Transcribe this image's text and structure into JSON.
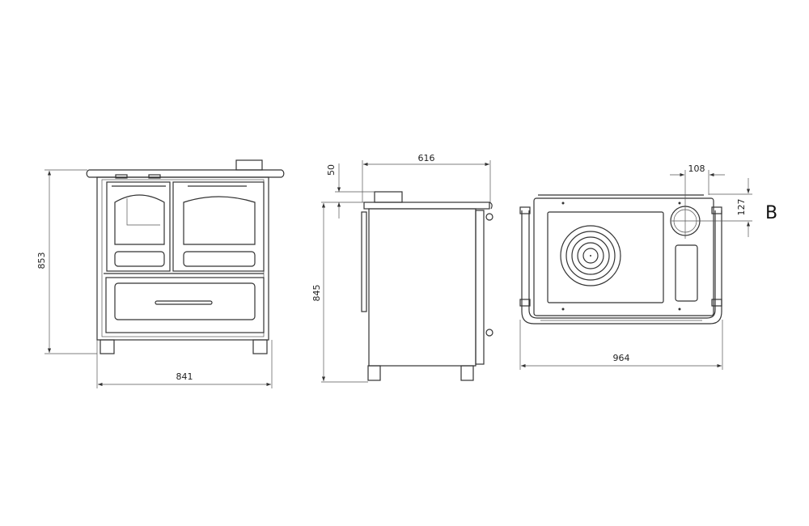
{
  "views": {
    "front": {
      "height_label": "853",
      "width_label": "841"
    },
    "side": {
      "depth_label": "616",
      "flue_height_label": "50",
      "height_label": "845"
    },
    "top": {
      "width_label": "964",
      "flue_offset_x_label": "108",
      "flue_offset_y_label": "127",
      "detail_label": "B"
    }
  },
  "colors": {
    "line": "#333333",
    "background": "#ffffff"
  }
}
